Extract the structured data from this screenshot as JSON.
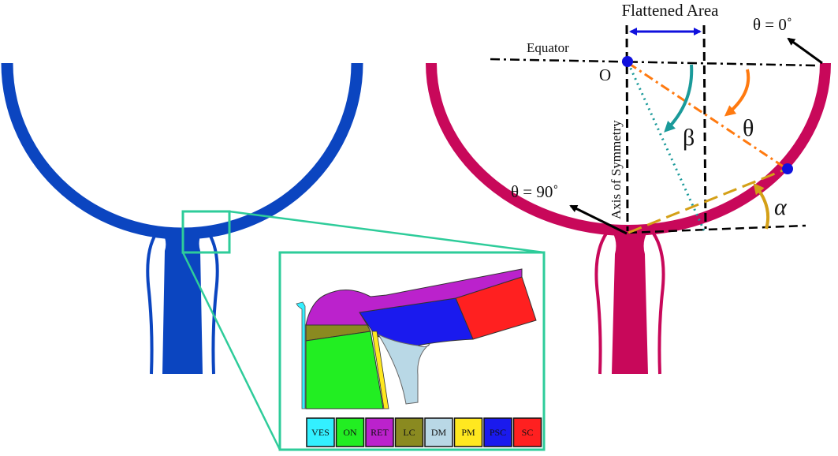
{
  "labels": {
    "flattened_area": "Flattened Area",
    "theta_zero": "θ = 0˚",
    "equator": "Equator",
    "origin": "O",
    "axis_symmetry": "Axis of Symmetry",
    "beta": "β",
    "theta": "θ",
    "theta_ninety": "θ = 90˚",
    "alpha": "α"
  },
  "legend": [
    {
      "abbr": "VES",
      "color": "#33f0ff"
    },
    {
      "abbr": "ON",
      "color": "#22ee22"
    },
    {
      "abbr": "RET",
      "color": "#bb22cc"
    },
    {
      "abbr": "LC",
      "color": "#8a8a20"
    },
    {
      "abbr": "DM",
      "color": "#b9d8e6"
    },
    {
      "abbr": "PM",
      "color": "#ffe820"
    },
    {
      "abbr": "PSC",
      "color": "#1a1aee"
    },
    {
      "abbr": "SC",
      "color": "#ff2020"
    }
  ],
  "colors": {
    "left_eye": "#0b45c0",
    "right_eye": "#c8085a",
    "inset_frame": "#2ecc9a",
    "arrow_blue": "#1010dd",
    "beta_arrow": "#1a9a9a",
    "theta_arrow": "#ff7a10",
    "alpha_line": "#d4a017"
  }
}
